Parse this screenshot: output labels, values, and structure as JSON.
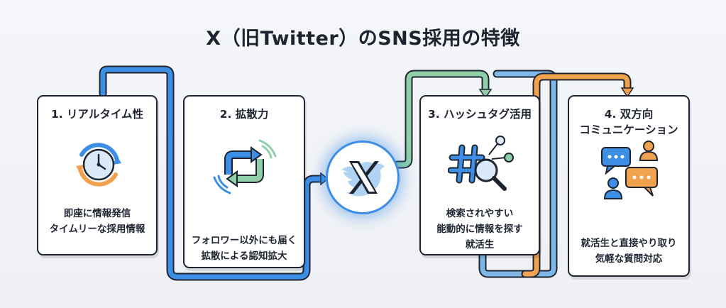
{
  "title": "X（旧Twitter）のSNS採用の特徴",
  "cards": [
    {
      "title": "1. リアルタイム性",
      "desc": [
        "即座に情報発信",
        "タイムリーな採用情報"
      ],
      "icon": "clock-refresh-icon"
    },
    {
      "title": "2. 拡散力",
      "desc": [
        "フォロワー以外にも届く",
        "拡散による認知拡大"
      ],
      "icon": "retweet-icon"
    },
    {
      "title": "3. ハッシュタグ活用",
      "desc": [
        "検索されやすい",
        "能動的に情報を探す",
        "就活生"
      ],
      "icon": "hashtag-search-icon"
    },
    {
      "title": [
        "4. 双方向",
        "コミュニケーション"
      ],
      "desc": [
        "就活生と直接やり取り",
        "気軽な質問対応"
      ],
      "icon": "chat-users-icon"
    }
  ],
  "hub": {
    "icon": "x-logo-icon"
  },
  "colors": {
    "blue": "#3d8fe6",
    "green": "#8fd0a8",
    "orange": "#f0a24e",
    "border": "#1e2430"
  }
}
